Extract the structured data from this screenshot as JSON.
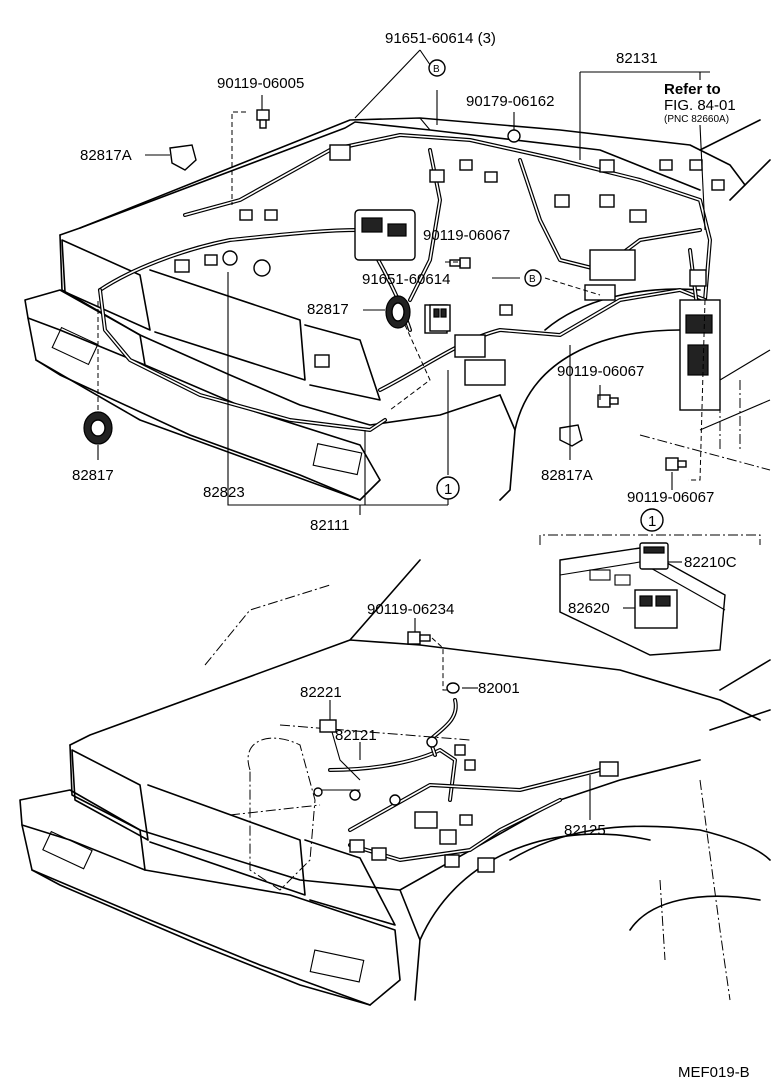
{
  "labels": {
    "p91651_60614_3": "91651-60614 (3)",
    "p90119_06005": "90119-06005",
    "p82817A_top": "82817A",
    "p90179_06162": "90179-06162",
    "p82131": "82131",
    "refer_to": "Refer to",
    "fig_ref": "FIG. 84-01",
    "pnc_ref": "(PNC 82660A)",
    "p90119_06067_a": "90119-06067",
    "p91651_60614": "91651-60614",
    "p82817_mid": "82817",
    "p90119_06067_b": "90119-06067",
    "p82817_left": "82817",
    "p82823": "82823",
    "p82817A_bottom": "82817A",
    "p90119_06067_c": "90119-06067",
    "p82111": "82111",
    "p82210C": "82210C",
    "p82620": "82620",
    "p90119_06234": "90119-06234",
    "p82001": "82001",
    "p82221": "82221",
    "p82121": "82121",
    "p82125": "82125",
    "doc_code": "MEF019-B"
  },
  "markers": {
    "b1": "B",
    "b2": "B",
    "c1": "1",
    "c2": "1"
  }
}
